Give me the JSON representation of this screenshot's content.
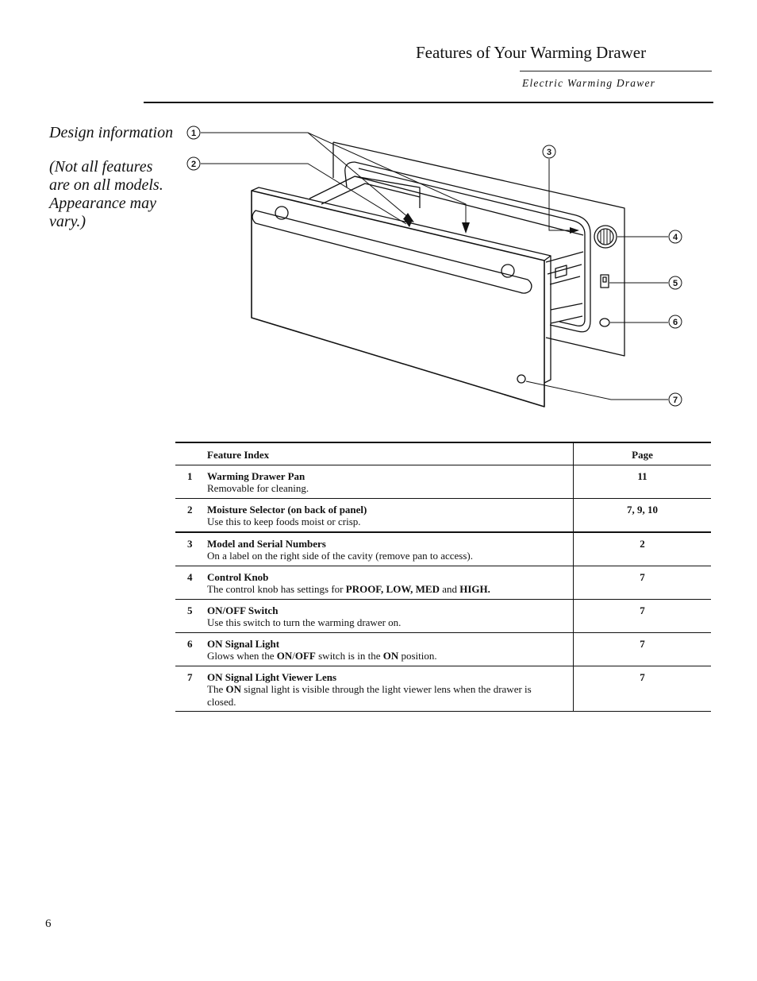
{
  "header": {
    "title": "Features of Your Warming Drawer",
    "subtitle": "Electric Warming Drawer"
  },
  "sidebar": {
    "heading": "Design information",
    "note": "(Not all features\nare on all models.\nAppearance may\nvary.)"
  },
  "diagram": {
    "callouts": [
      "1",
      "2",
      "3",
      "4",
      "5",
      "6",
      "7"
    ]
  },
  "table": {
    "col_feature": "Feature Index",
    "col_page": "Page",
    "rows": [
      {
        "num": "1",
        "name": "Warming Drawer Pan",
        "desc_parts": [
          "Removable for cleaning."
        ],
        "page": "11"
      },
      {
        "num": "2",
        "name": "Moisture Selector (on back of panel)",
        "desc_parts": [
          "Use this to keep foods moist or crisp."
        ],
        "page": "7, 9, 10"
      },
      {
        "num": "3",
        "name": "Model and Serial Numbers",
        "desc_parts": [
          "On a label on the right side of the cavity (remove pan to access)."
        ],
        "page": "2"
      },
      {
        "num": "4",
        "name": "Control Knob",
        "desc_parts": [
          "The control knob has settings for ",
          "PROOF, LOW, MED",
          " and ",
          "HIGH."
        ],
        "page": "7"
      },
      {
        "num": "5",
        "name": "ON/OFF Switch",
        "desc_parts": [
          "Use this switch to turn the warming drawer on."
        ],
        "page": "7"
      },
      {
        "num": "6",
        "name": "ON Signal Light",
        "desc_parts": [
          "Glows when the ",
          "ON",
          "/",
          "OFF",
          " switch is in the ",
          "ON",
          " position."
        ],
        "page": "7"
      },
      {
        "num": "7",
        "name": "ON Signal Light Viewer Lens",
        "desc_parts": [
          "The ",
          "ON",
          " signal light is visible through the light viewer lens when the drawer is closed."
        ],
        "page": "7"
      }
    ]
  },
  "footer": {
    "page_number": "6"
  }
}
